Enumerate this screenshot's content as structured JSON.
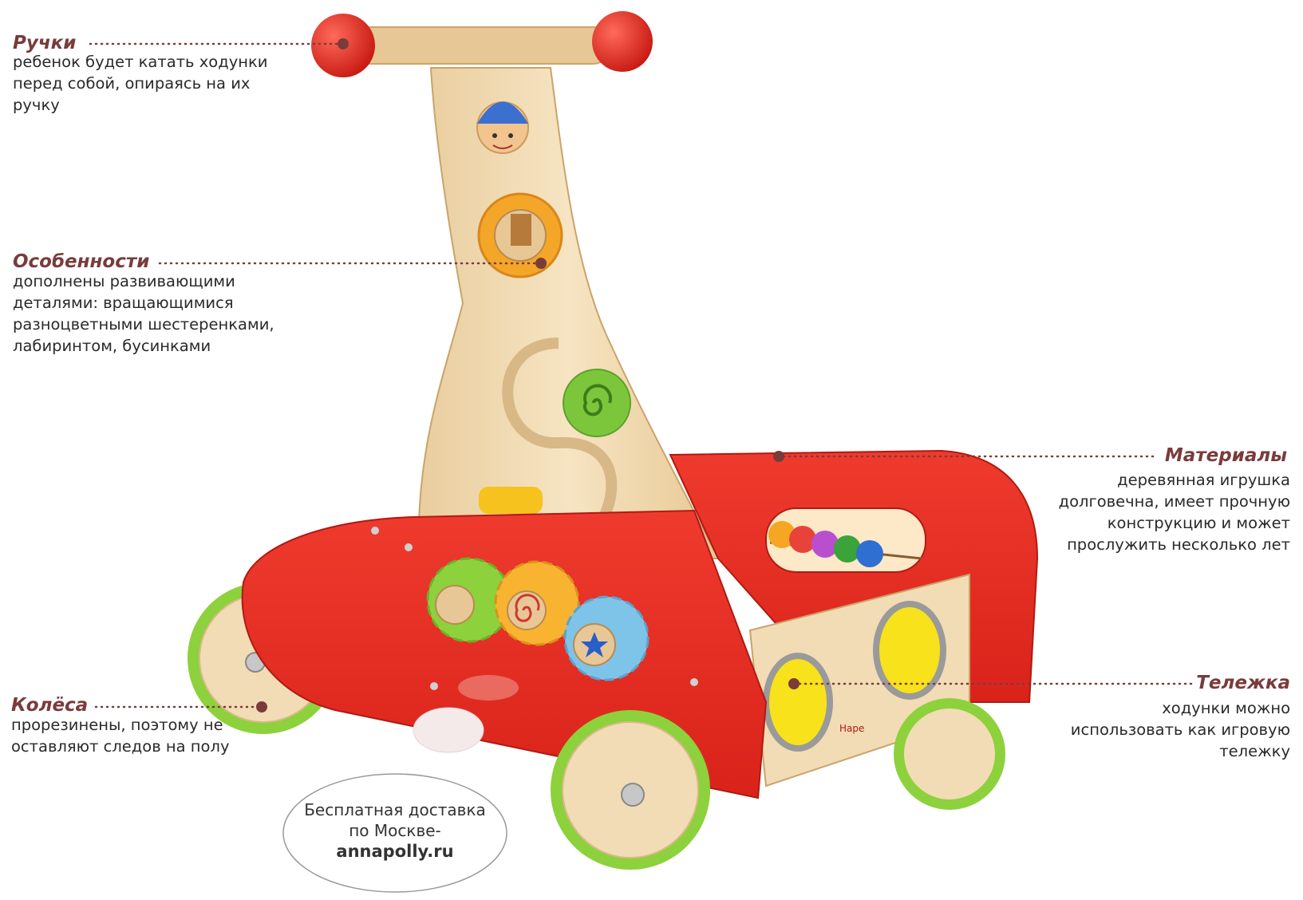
{
  "callouts": {
    "handles": {
      "title": "Ручки",
      "lines": [
        "ребенок будет катать ходунки",
        "перед собой, опираясь на их",
        "ручку"
      ]
    },
    "features": {
      "title": "Особенности",
      "lines": [
        "дополнены развивающими",
        "деталями: вращающимися",
        "разноцветными шестеренками,",
        "лабиринтом, бусинками"
      ]
    },
    "wheels": {
      "title": "Колёса",
      "lines": [
        "прорезинены, поэтому не",
        "оставляют следов на полу"
      ]
    },
    "materials": {
      "title": "Материалы",
      "lines": [
        "деревянная игрушка",
        "долговечна, имеет прочную",
        "конструкцию и может",
        "прослужить несколько лет"
      ]
    },
    "cart": {
      "title": "Тележка",
      "lines": [
        "ходунки можно",
        "использовать как игровую",
        "тележку"
      ]
    }
  },
  "promo": {
    "line1": "Бесплатная доставка",
    "line2": "по Москве-",
    "site": "annapolly.ru"
  },
  "brand": "Hape",
  "colors": {
    "title": "#7a3b3b",
    "leader": "#7a3b3b",
    "cart_red": "#e0281f",
    "wood": "#f2dcb5",
    "wheel_green": "#8dd13c"
  }
}
